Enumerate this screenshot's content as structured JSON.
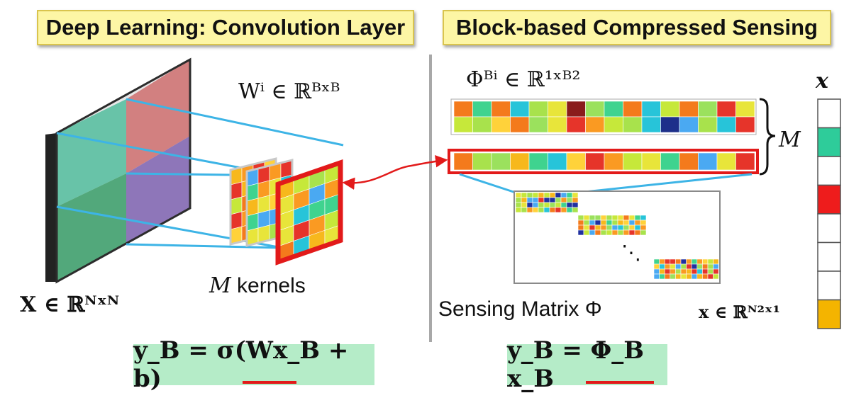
{
  "left_panel": {
    "title": "Deep Learning: Convolution Layer",
    "weight_label": "Wⁱ ∈ ℝᴮˣᴮ",
    "kernels_label_italic": "M",
    "kernels_label_text": " kernels",
    "input_label": "X ∈ ℝᴺˣᴺ",
    "formula": "y_B = σ(Wx_B + b)"
  },
  "right_panel": {
    "title": "Block-based Compressed Sensing",
    "phi_label": "Φᴮⁱ ∈ ℝ¹ˣᴮ²",
    "m_label": "M",
    "sensing_label": "Sensing Matrix Φ",
    "x_top_label": "x",
    "x_bottom_label": "x ∈ ℝᴺ²ˣ¹",
    "ellipsis": "⋱",
    "formula": "y_B = Φ_B x_B"
  },
  "colors": {
    "title_bg": "#fdf6a5",
    "formula_bg": "#b5ecc8",
    "highlight": "#e21a1a",
    "connector": "#3db4e6"
  },
  "x_vector_cells": [
    "#ffffff",
    "#2ecc9a",
    "#ffffff",
    "#ee1c1c",
    "#ffffff",
    "#ffffff",
    "#ffffff",
    "#f4b400"
  ]
}
